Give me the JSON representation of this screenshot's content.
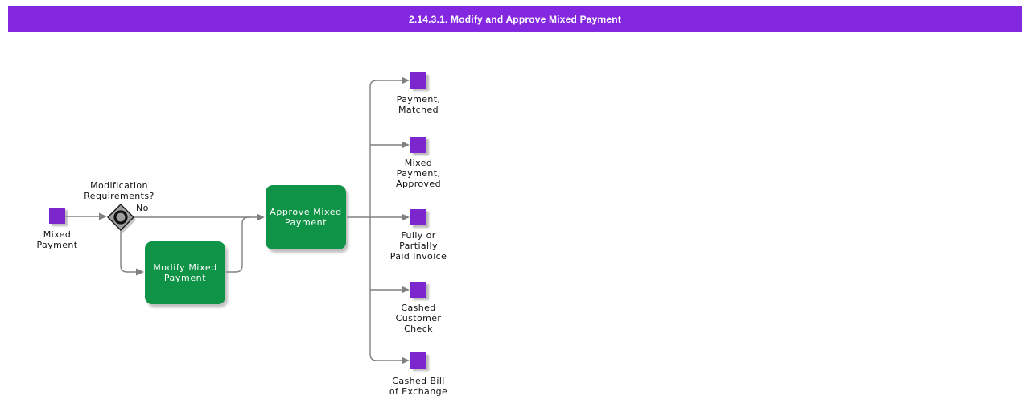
{
  "title": "2.14.3.1. Modify and Approve Mixed Payment",
  "colors": {
    "banner": "#8327E0",
    "event_square": "#7D26CD",
    "task_box": "#0E9347",
    "connector": "#808080",
    "decision_fill": "#9E9E9E",
    "shadow": "#C6C6C6",
    "title_text": "#FFFFFF",
    "label_text": "#111111"
  },
  "icons": {
    "arrowhead": "filled-right-triangle",
    "decision_diamond": "gray-diamond",
    "merge_circle": "black-ring"
  },
  "nodes": {
    "source": {
      "label": "Mixed\nPayment"
    },
    "decision": {
      "question": "Modification\nRequirements?",
      "no_label": "No"
    },
    "tasks": [
      {
        "label": "Approve Mixed\nPayment"
      },
      {
        "label": "Modify Mixed\nPayment"
      }
    ],
    "outputs": [
      {
        "label": "Payment,\nMatched"
      },
      {
        "label": "Mixed\nPayment,\nApproved"
      },
      {
        "label": "Fully or\nPartially\nPaid Invoice"
      },
      {
        "label": "Cashed\nCustomer\nCheck"
      },
      {
        "label": "Cashed Bill\nof Exchange"
      }
    ]
  }
}
